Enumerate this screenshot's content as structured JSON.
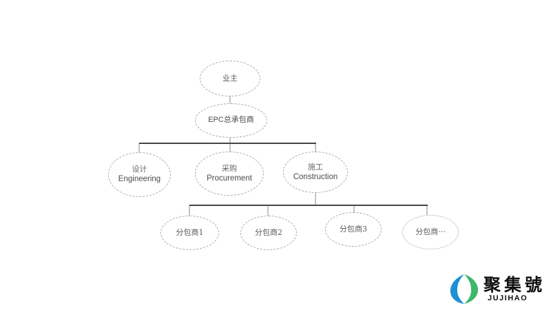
{
  "diagram": {
    "type": "org-chart",
    "colors": {
      "line": "#555555",
      "node_border": "#a8a8a8",
      "text": "#555555"
    },
    "nodes": {
      "owner": {
        "label": "业主"
      },
      "epc": {
        "label": "EPC总承包商"
      },
      "engineering": {
        "cn": "设计",
        "en": "Engineering"
      },
      "procurement": {
        "cn": "采购",
        "en": "Procurement"
      },
      "construction": {
        "cn": "施工",
        "en": "Construction"
      },
      "sub1": {
        "label": "分包商1"
      },
      "sub2": {
        "label": "分包商2"
      },
      "sub3": {
        "label": "分包商3"
      },
      "sub_more": {
        "label": "分包商···"
      }
    },
    "edges": [
      [
        "owner",
        "epc"
      ],
      [
        "epc",
        "engineering"
      ],
      [
        "epc",
        "procurement"
      ],
      [
        "epc",
        "construction"
      ],
      [
        "construction",
        "sub1"
      ],
      [
        "construction",
        "sub2"
      ],
      [
        "construction",
        "sub3"
      ],
      [
        "construction",
        "sub_more"
      ]
    ]
  },
  "watermark": {
    "title": "聚集號",
    "subtitle": "JUJIHAO",
    "colors": {
      "blue": "#1f8fd6",
      "green": "#3cb86a",
      "text": "#111111"
    }
  }
}
